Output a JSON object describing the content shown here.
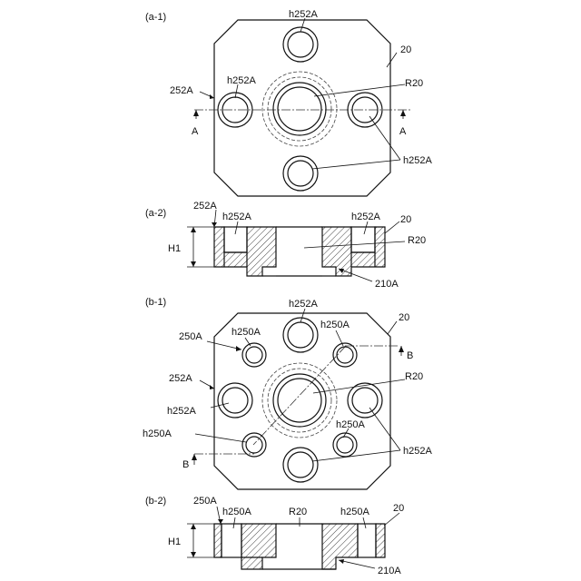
{
  "figures": {
    "a1": {
      "panel_label": "(a-1)",
      "labels": {
        "top_hole": "h252A",
        "plate": "20",
        "left_hole": "h252A",
        "left_edge": "252A",
        "center_bore": "R20",
        "bottom_holes": "h252A",
        "section_left": "A",
        "section_right": "A"
      }
    },
    "a2": {
      "panel_label": "(a-2)",
      "labels": {
        "edge": "252A",
        "left_hole": "h252A",
        "right_hole": "h252A",
        "plate": "20",
        "bore": "R20",
        "height": "H1",
        "step": "210A"
      }
    },
    "b1": {
      "panel_label": "(b-1)",
      "labels": {
        "top_hole": "h252A",
        "plate": "20",
        "small_hole_tl": "h250A",
        "edge_small": "250A",
        "small_hole_tr": "h250A",
        "section_right": "B",
        "edge_large": "252A",
        "center_bore": "R20",
        "left_hole": "h252A",
        "small_hole_br": "h250A",
        "small_hole_bl": "h250A",
        "bottom_holes": "h252A",
        "section_left": "B"
      }
    },
    "b2": {
      "panel_label": "(b-2)",
      "labels": {
        "edge": "250A",
        "left_hole": "h250A",
        "bore": "R20",
        "right_hole": "h250A",
        "plate": "20",
        "height": "H1",
        "step": "210A"
      }
    }
  }
}
